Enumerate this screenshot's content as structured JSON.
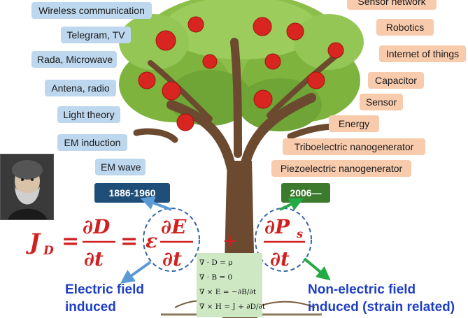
{
  "left_tags": [
    {
      "label": "Wireless communication"
    },
    {
      "label": "Telegram, TV"
    },
    {
      "label": "Rada, Microwave"
    },
    {
      "label": "Antena, radio"
    },
    {
      "label": "Light theory"
    },
    {
      "label": "EM induction"
    },
    {
      "label": "EM wave"
    }
  ],
  "right_tags": [
    {
      "label": "Sensor network"
    },
    {
      "label": "Robotics"
    },
    {
      "label": "Internet of things"
    },
    {
      "label": "Capacitor"
    },
    {
      "label": "Sensor"
    },
    {
      "label": "Energy"
    },
    {
      "label": "Triboelectric nanogenerator"
    },
    {
      "label": "Piezoelectric nanogenerator"
    }
  ],
  "eras": {
    "left": "1886-1960",
    "right": "2006—"
  },
  "formula": {
    "lhs": "J",
    "lhs_sub": "D",
    "eq": "=",
    "partial_num_1": "∂D",
    "partial_den": "∂t",
    "epsilon": "ε",
    "partial_num_2": "∂E",
    "plus": "+",
    "partial_num_3": "∂P",
    "p_sub": "s"
  },
  "maxwell_equations": [
    "∇ · D = ρ",
    "∇ · B = 0",
    "∇ × E = −∂B/∂t",
    "∇ × H = J + ∂D/∂t"
  ],
  "captions": {
    "left": [
      "Electric field",
      "induced"
    ],
    "right": [
      "Non-electric field",
      "induced (strain related)"
    ]
  },
  "colors": {
    "left_tag": "#bdd7ee",
    "right_tag": "#f8cbad",
    "era_left": "#1f4e79",
    "era_right": "#3c7a2e",
    "formula": "#d02020",
    "caption": "#1f3fc4",
    "arrow_left": "#5b9bd5",
    "arrow_right": "#22aa44"
  }
}
